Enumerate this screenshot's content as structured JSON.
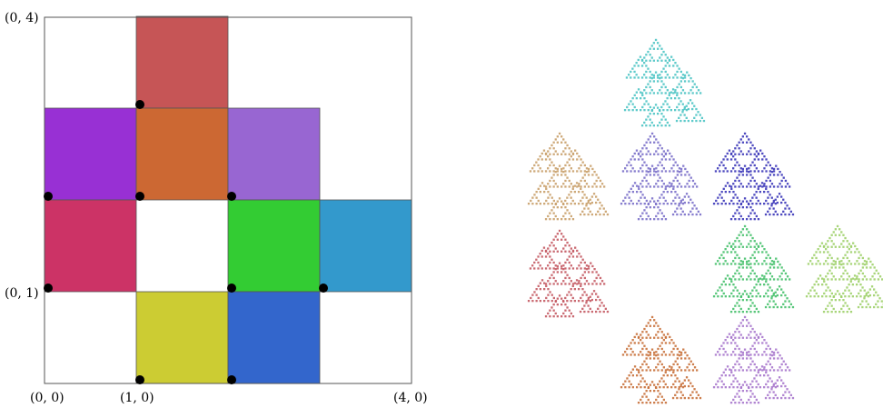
{
  "left_panel": {
    "corner_labels": {
      "origin": "(0, 0)",
      "x1": "(1, 0)",
      "x4": "(4, 0)",
      "y1": "(0, 1)",
      "y4": "(0, 4)"
    },
    "grid_size": 4,
    "outline_color": "#555555",
    "tiles": [
      {
        "name": "tile-red-top",
        "col": 1,
        "row": 3,
        "color": "#c65556"
      },
      {
        "name": "tile-purple",
        "col": 0,
        "row": 2,
        "color": "#9830d4"
      },
      {
        "name": "tile-orange",
        "col": 1,
        "row": 2,
        "color": "#cc6833"
      },
      {
        "name": "tile-lavender",
        "col": 2,
        "row": 2,
        "color": "#9866d2"
      },
      {
        "name": "tile-crimson",
        "col": 0,
        "row": 1,
        "color": "#cc3366"
      },
      {
        "name": "tile-green",
        "col": 2,
        "row": 1,
        "color": "#33cc33"
      },
      {
        "name": "tile-cyan",
        "col": 3,
        "row": 1,
        "color": "#3399cc"
      },
      {
        "name": "tile-yellow",
        "col": 1,
        "row": 0,
        "color": "#cccc33"
      },
      {
        "name": "tile-blue",
        "col": 2,
        "row": 0,
        "color": "#3366cc"
      }
    ],
    "points": [
      [
        1,
        3
      ],
      [
        0,
        2
      ],
      [
        1,
        2
      ],
      [
        2,
        2
      ],
      [
        0,
        1
      ],
      [
        2,
        1
      ],
      [
        3,
        1
      ],
      [
        1,
        0
      ],
      [
        2,
        0
      ]
    ]
  },
  "right_panel": {
    "clusters": [
      {
        "name": "cluster-cyan",
        "color": "#4dc4c4"
      },
      {
        "name": "cluster-tan",
        "color": "#c9a06a"
      },
      {
        "name": "cluster-lavender",
        "color": "#7a6fc9"
      },
      {
        "name": "cluster-navy",
        "color": "#3a35b8"
      },
      {
        "name": "cluster-rose",
        "color": "#c45a63"
      },
      {
        "name": "cluster-green",
        "color": "#45c06a"
      },
      {
        "name": "cluster-lightgreen",
        "color": "#9ed06a"
      },
      {
        "name": "cluster-orange",
        "color": "#c8703a"
      },
      {
        "name": "cluster-purple",
        "color": "#a777cc"
      }
    ]
  }
}
